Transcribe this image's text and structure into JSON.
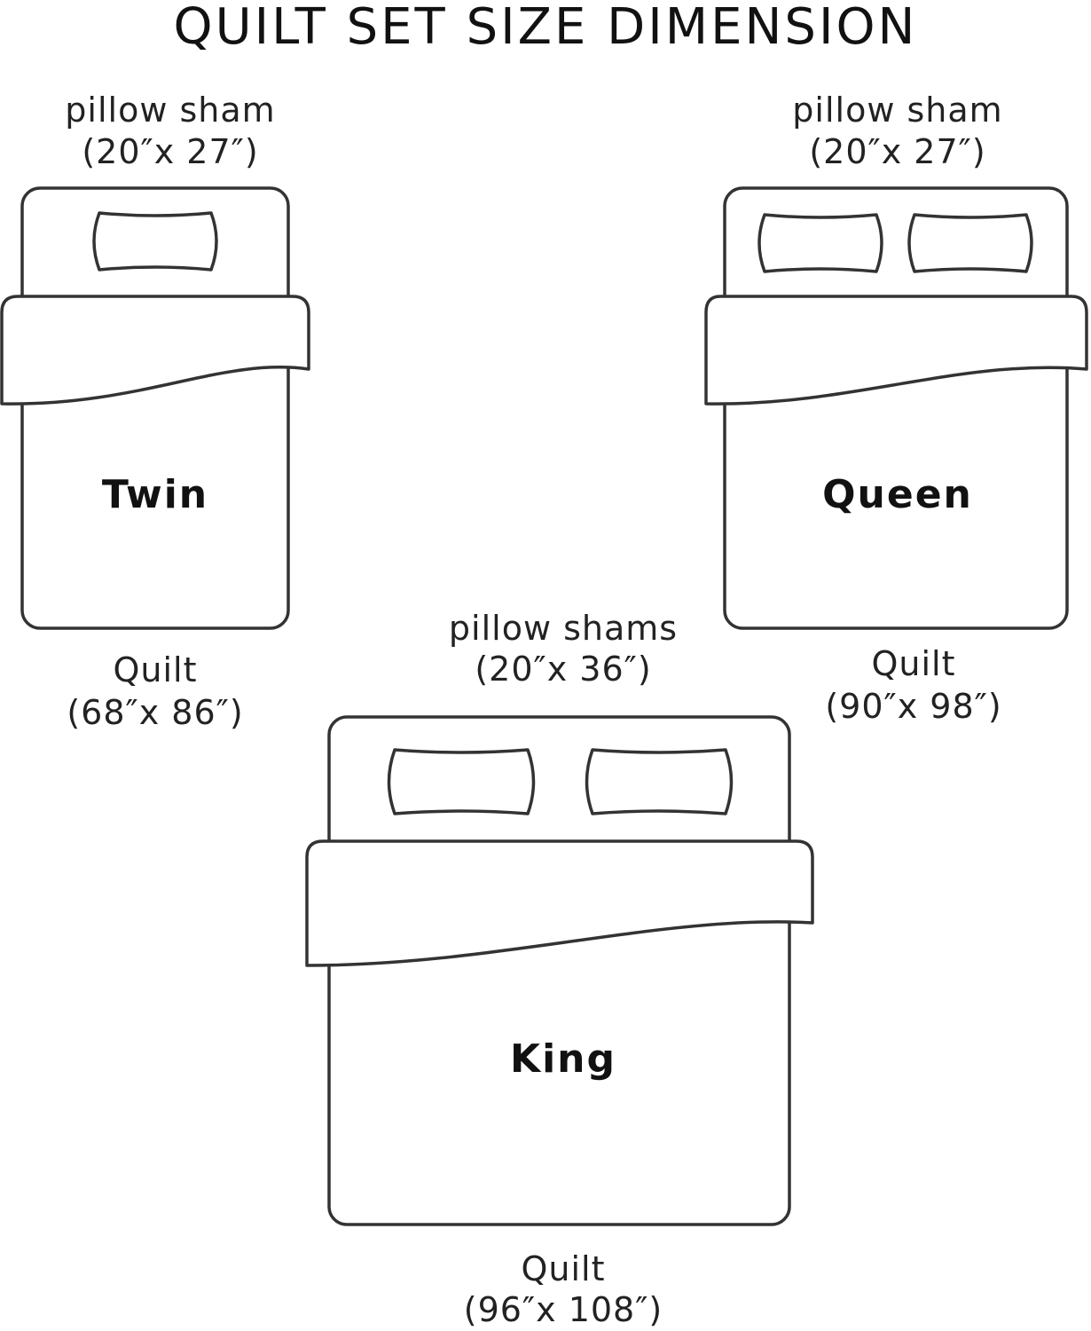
{
  "title": "QUILT SET SIZE DIMENSION",
  "beds": {
    "twin": {
      "name": "Twin",
      "sham_label": "pillow sham",
      "sham_size": "(20″x 27″)",
      "quilt_label": "Quilt",
      "quilt_size": "(68″x 86″)"
    },
    "queen": {
      "name": "Queen",
      "sham_label": "pillow sham",
      "sham_size": "(20″x 27″)",
      "quilt_label": "Quilt",
      "quilt_size": "(90″x 98″)"
    },
    "king": {
      "name": "King",
      "sham_label": "pillow shams",
      "sham_size": "(20″x 36″)",
      "quilt_label": "Quilt",
      "quilt_size": "(96″x 108″)"
    }
  }
}
